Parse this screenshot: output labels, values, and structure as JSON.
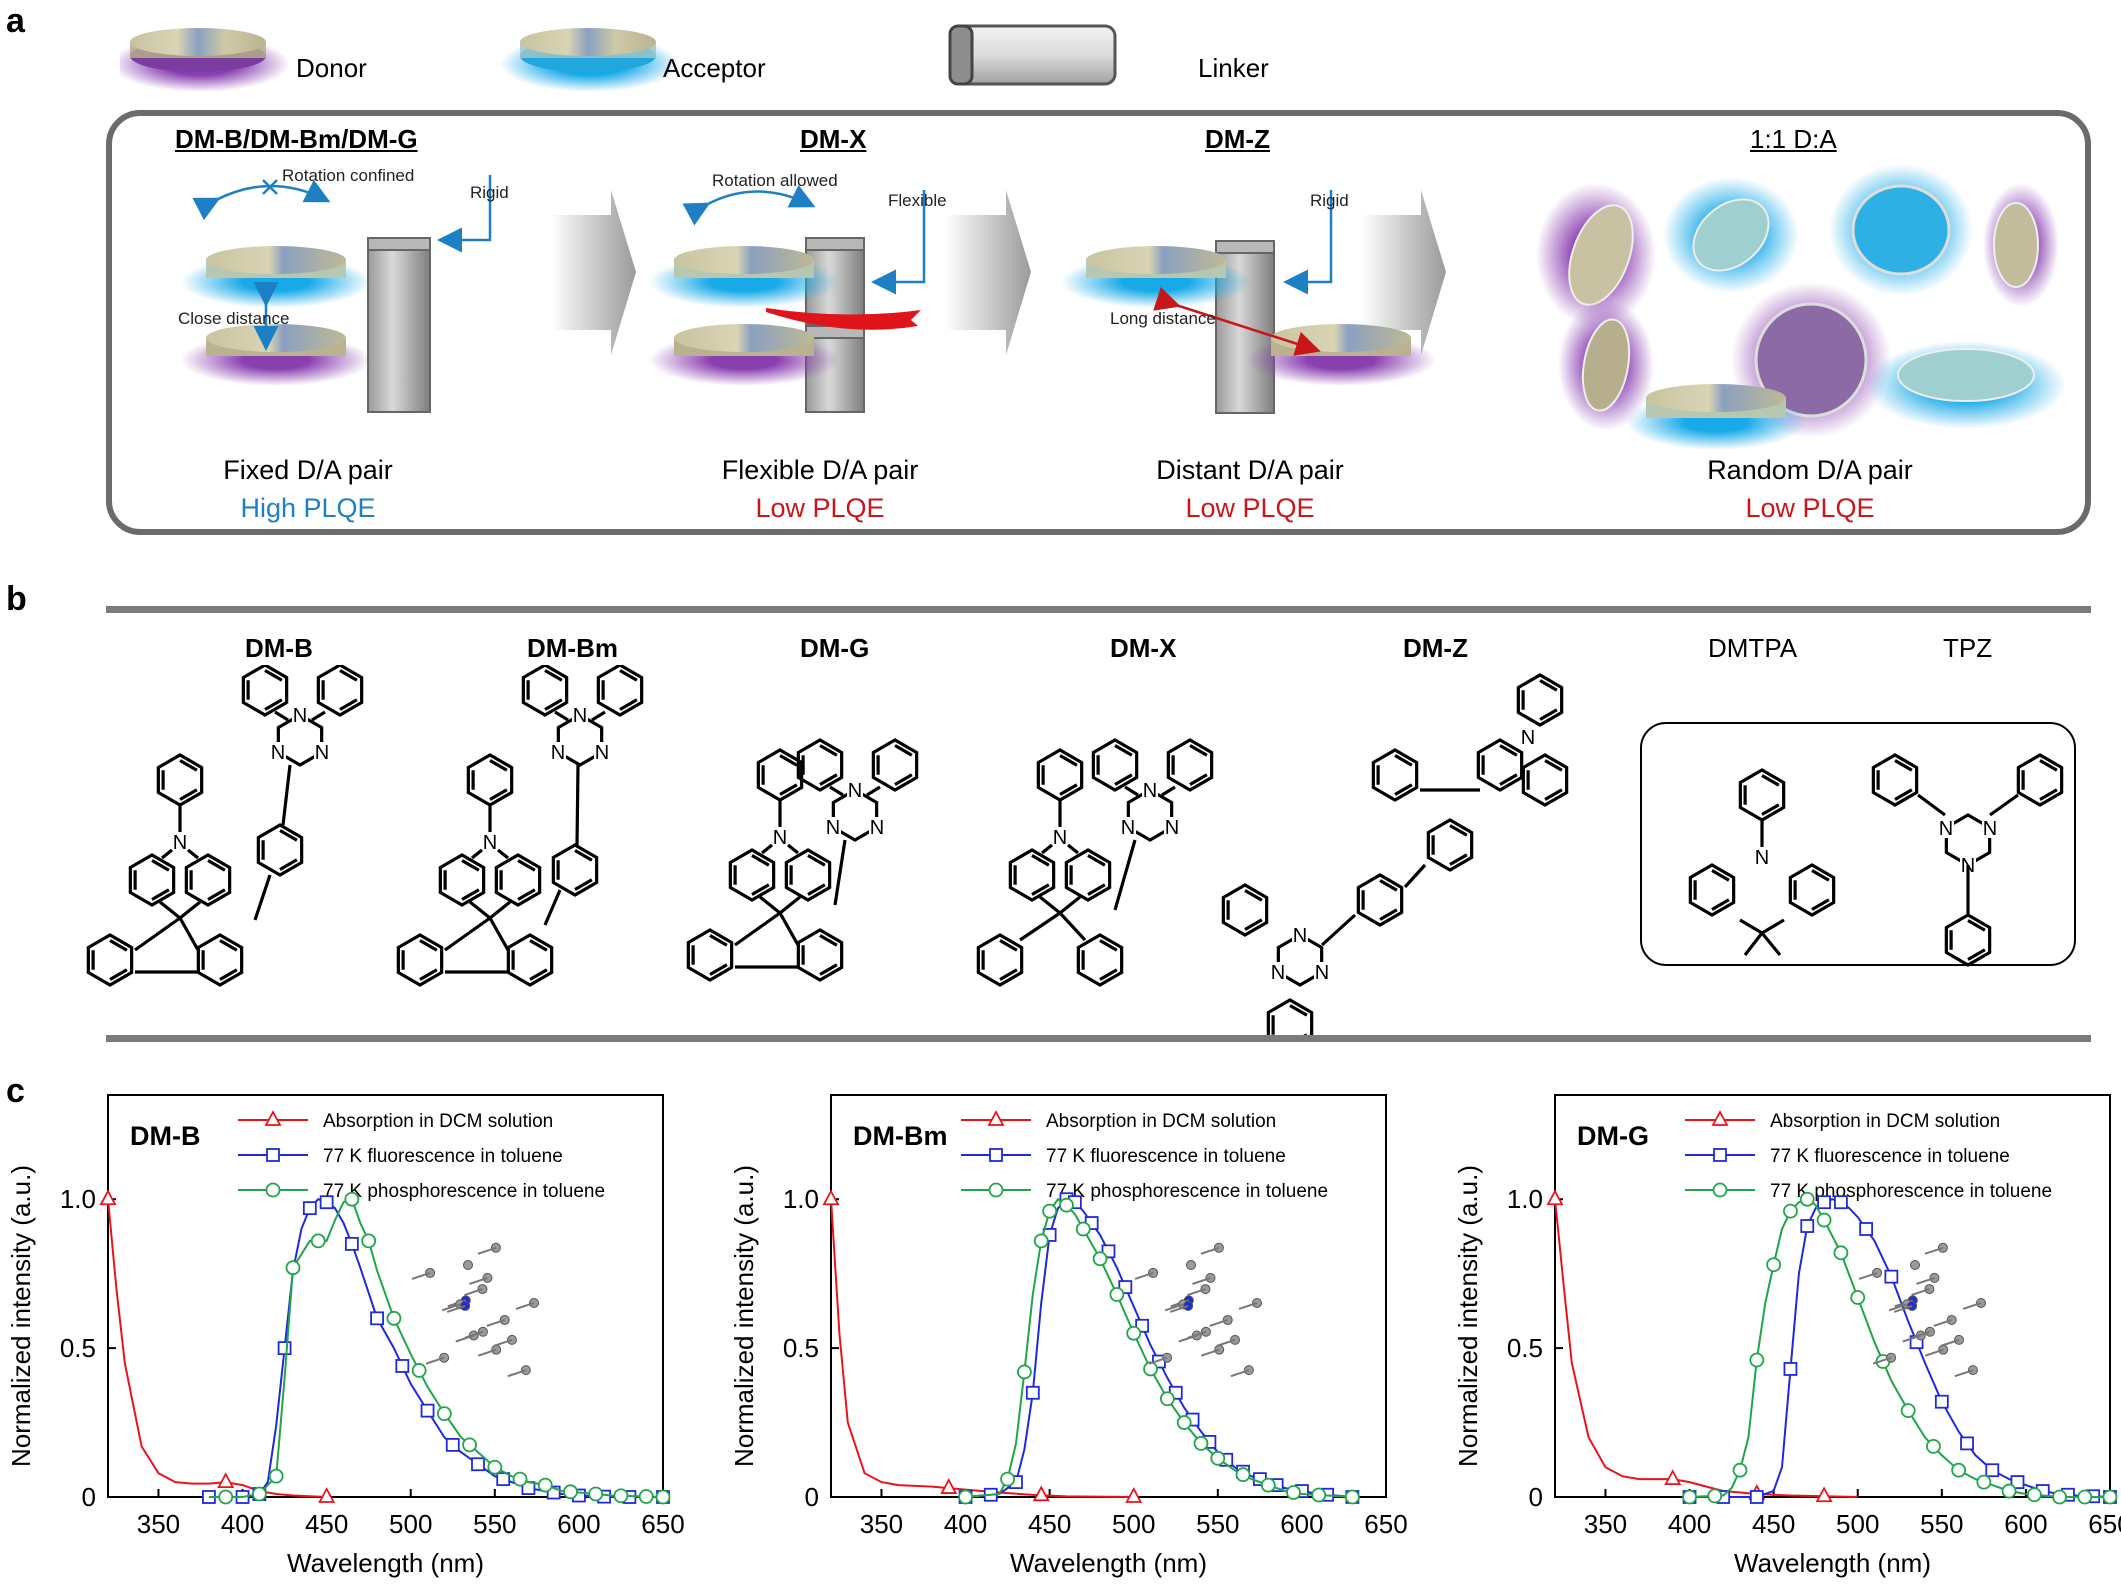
{
  "panel_a": {
    "letter": "a",
    "legend": {
      "donor": "Donor",
      "acceptor": "Acceptor",
      "linker": "Linker"
    },
    "columns": [
      {
        "title": "DM-B/DM-Bm/DM-G",
        "pair": "Fixed D/A pair",
        "plqe": "High PLQE"
      },
      {
        "title": "DM-X",
        "pair": "Flexible D/A pair",
        "plqe": "Low PLQE"
      },
      {
        "title": "DM-Z",
        "pair": "Distant D/A pair",
        "plqe": "Low PLQE"
      },
      {
        "title": "1:1 D:A",
        "pair": "Random D/A pair",
        "plqe": "Low PLQE"
      }
    ],
    "annotations": {
      "rotation_confined": "Rotation confined",
      "rigid_1": "Rigid",
      "close_distance": "Close distance",
      "rotation_allowed": "Rotation allowed",
      "flexible": "Flexible",
      "rigid_2": "Rigid",
      "long_distance": "Long distance"
    },
    "colors": {
      "donor": "#8a3fb0",
      "acceptor": "#18a9e8",
      "high": "#1d7fc4",
      "low": "#c8161d"
    }
  },
  "panel_b": {
    "letter": "b",
    "molecules": [
      "DM-B",
      "DM-Bm",
      "DM-G",
      "DM-X",
      "DM-Z"
    ],
    "controls": [
      "DMTPA",
      "TPZ"
    ]
  },
  "panel_c": {
    "letter": "c",
    "ylabel": "Normalized intensity (a.u.)",
    "xlabel": "Wavelength (nm)",
    "legend": [
      "Absorption in DCM solution",
      "77 K fluorescence in toluene",
      "77 K phosphorescence in toluene"
    ],
    "series_colors": [
      "#e8141a",
      "#1f2ad8",
      "#1fa54a"
    ]
  },
  "chart_data": [
    {
      "type": "line",
      "title": "DM-B",
      "xlabel": "Wavelength (nm)",
      "ylabel": "Normalized intensity (a.u.)",
      "xlim": [
        320,
        650
      ],
      "ylim": [
        0,
        1.35
      ],
      "xticks": [
        350,
        400,
        450,
        500,
        550,
        600,
        650
      ],
      "yticks": [
        0,
        0.5,
        1.0
      ],
      "yticklabels": [
        "0",
        "0.5",
        "1.0"
      ],
      "series": [
        {
          "name": "Absorption in DCM solution",
          "marker": "triangle",
          "x": [
            320,
            325,
            330,
            340,
            350,
            360,
            370,
            380,
            390,
            400,
            410,
            420,
            430,
            450
          ],
          "y": [
            1.0,
            0.7,
            0.45,
            0.17,
            0.08,
            0.05,
            0.045,
            0.045,
            0.05,
            0.04,
            0.02,
            0.01,
            0.005,
            0.0
          ],
          "marker_x": [
            320,
            390,
            450
          ]
        },
        {
          "name": "77 K fluorescence in toluene",
          "marker": "square",
          "x": [
            380,
            400,
            410,
            415,
            420,
            425,
            430,
            435,
            440,
            445,
            450,
            455,
            460,
            465,
            470,
            480,
            490,
            500,
            510,
            520,
            530,
            540,
            550,
            560,
            570,
            580,
            590,
            600,
            620,
            650
          ],
          "y": [
            0,
            0,
            0.01,
            0.05,
            0.24,
            0.5,
            0.76,
            0.9,
            0.97,
            1.0,
            0.99,
            0.97,
            0.92,
            0.85,
            0.77,
            0.6,
            0.5,
            0.38,
            0.29,
            0.2,
            0.15,
            0.11,
            0.07,
            0.05,
            0.03,
            0.02,
            0.01,
            0.005,
            0,
            0
          ],
          "marker_x": [
            380,
            400,
            410,
            425,
            440,
            450,
            465,
            480,
            495,
            510,
            525,
            540,
            555,
            570,
            585,
            600,
            615,
            630,
            650
          ]
        },
        {
          "name": "77 K phosphorescence in toluene",
          "marker": "circle",
          "x": [
            380,
            400,
            410,
            420,
            425,
            430,
            440,
            450,
            455,
            460,
            465,
            470,
            475,
            480,
            490,
            500,
            510,
            520,
            530,
            540,
            550,
            560,
            570,
            580,
            590,
            600,
            620,
            650
          ],
          "y": [
            0,
            0,
            0.01,
            0.07,
            0.4,
            0.77,
            0.86,
            0.86,
            0.93,
            0.99,
            1.0,
            0.92,
            0.86,
            0.76,
            0.6,
            0.48,
            0.37,
            0.28,
            0.2,
            0.15,
            0.1,
            0.07,
            0.05,
            0.04,
            0.02,
            0.015,
            0.005,
            0
          ],
          "marker_x": [
            390,
            410,
            420,
            430,
            445,
            465,
            475,
            490,
            505,
            520,
            535,
            550,
            565,
            580,
            595,
            610,
            625,
            640,
            650
          ]
        }
      ]
    },
    {
      "type": "line",
      "title": "DM-Bm",
      "xlabel": "Wavelength (nm)",
      "ylabel": "Normalized intensity (a.u.)",
      "xlim": [
        320,
        650
      ],
      "ylim": [
        0,
        1.35
      ],
      "xticks": [
        350,
        400,
        450,
        500,
        550,
        600,
        650
      ],
      "yticks": [
        0,
        0.5,
        1.0
      ],
      "yticklabels": [
        "0",
        "0.5",
        "1.0"
      ],
      "series": [
        {
          "name": "Absorption in DCM solution",
          "marker": "triangle",
          "x": [
            320,
            325,
            330,
            340,
            350,
            360,
            380,
            400,
            420,
            440,
            460,
            500
          ],
          "y": [
            1.0,
            0.55,
            0.25,
            0.08,
            0.05,
            0.04,
            0.035,
            0.025,
            0.015,
            0.007,
            0.002,
            0.0
          ],
          "marker_x": [
            320,
            390,
            445,
            500
          ]
        },
        {
          "name": "77 K fluorescence in toluene",
          "marker": "square",
          "x": [
            400,
            420,
            430,
            435,
            440,
            445,
            450,
            455,
            460,
            465,
            470,
            480,
            490,
            500,
            510,
            520,
            530,
            540,
            550,
            560,
            570,
            580,
            590,
            600,
            610,
            630
          ],
          "y": [
            0,
            0.01,
            0.05,
            0.16,
            0.35,
            0.65,
            0.88,
            0.97,
            1.0,
            0.99,
            0.96,
            0.88,
            0.77,
            0.64,
            0.51,
            0.4,
            0.3,
            0.22,
            0.15,
            0.1,
            0.07,
            0.05,
            0.03,
            0.02,
            0.01,
            0
          ],
          "marker_x": [
            400,
            415,
            430,
            440,
            450,
            460,
            465,
            475,
            485,
            495,
            505,
            515,
            525,
            535,
            545,
            555,
            565,
            575,
            585,
            600,
            615,
            630
          ]
        },
        {
          "name": "77 K phosphorescence in toluene",
          "marker": "circle",
          "x": [
            400,
            420,
            425,
            430,
            435,
            440,
            445,
            450,
            455,
            460,
            465,
            470,
            480,
            490,
            500,
            510,
            520,
            530,
            540,
            550,
            560,
            570,
            580,
            590,
            600,
            630
          ],
          "y": [
            0,
            0.01,
            0.06,
            0.18,
            0.42,
            0.68,
            0.86,
            0.96,
            1.0,
            0.98,
            0.95,
            0.9,
            0.8,
            0.68,
            0.55,
            0.43,
            0.33,
            0.25,
            0.18,
            0.13,
            0.09,
            0.06,
            0.04,
            0.02,
            0.01,
            0
          ],
          "marker_x": [
            400,
            425,
            435,
            445,
            450,
            460,
            470,
            480,
            490,
            500,
            510,
            520,
            530,
            540,
            550,
            565,
            580,
            595,
            610,
            630
          ]
        }
      ]
    },
    {
      "type": "line",
      "title": "DM-G",
      "xlabel": "Wavelength (nm)",
      "ylabel": "Normalized intensity (a.u.)",
      "xlim": [
        320,
        650
      ],
      "ylim": [
        0,
        1.35
      ],
      "xticks": [
        350,
        400,
        450,
        500,
        550,
        600,
        650
      ],
      "yticks": [
        0,
        0.5,
        1.0
      ],
      "yticklabels": [
        "0",
        "0.5",
        "1.0"
      ],
      "series": [
        {
          "name": "Absorption in DCM solution",
          "marker": "triangle",
          "x": [
            320,
            325,
            330,
            340,
            350,
            360,
            370,
            380,
            390,
            400,
            410,
            420,
            440,
            460,
            500
          ],
          "y": [
            1.0,
            0.72,
            0.45,
            0.2,
            0.1,
            0.07,
            0.06,
            0.06,
            0.06,
            0.05,
            0.035,
            0.02,
            0.01,
            0.005,
            0.0
          ],
          "marker_x": [
            320,
            390,
            440,
            480
          ]
        },
        {
          "name": "77 K fluorescence in toluene",
          "marker": "square",
          "x": [
            400,
            440,
            450,
            455,
            460,
            465,
            470,
            475,
            480,
            485,
            490,
            495,
            500,
            510,
            520,
            530,
            540,
            550,
            560,
            570,
            580,
            590,
            600,
            610,
            620,
            630,
            650
          ],
          "y": [
            0,
            0,
            0.02,
            0.1,
            0.43,
            0.75,
            0.91,
            0.97,
            0.99,
            1.0,
            0.99,
            0.97,
            0.94,
            0.86,
            0.74,
            0.59,
            0.45,
            0.32,
            0.22,
            0.14,
            0.09,
            0.06,
            0.04,
            0.02,
            0.01,
            0.005,
            0
          ],
          "marker_x": [
            400,
            420,
            440,
            460,
            470,
            480,
            490,
            505,
            520,
            535,
            550,
            565,
            580,
            595,
            610,
            625,
            640,
            650
          ]
        },
        {
          "name": "77 K phosphorescence in toluene",
          "marker": "circle",
          "x": [
            400,
            420,
            425,
            430,
            435,
            440,
            445,
            450,
            455,
            460,
            465,
            470,
            475,
            480,
            490,
            500,
            510,
            520,
            530,
            540,
            550,
            560,
            570,
            580,
            590,
            600,
            620,
            650
          ],
          "y": [
            0,
            0.005,
            0.03,
            0.09,
            0.2,
            0.46,
            0.65,
            0.78,
            0.9,
            0.96,
            0.99,
            1.0,
            0.98,
            0.93,
            0.82,
            0.67,
            0.52,
            0.39,
            0.29,
            0.2,
            0.14,
            0.09,
            0.06,
            0.04,
            0.02,
            0.01,
            0,
            0
          ],
          "marker_x": [
            400,
            415,
            430,
            440,
            450,
            460,
            470,
            480,
            490,
            500,
            515,
            530,
            545,
            560,
            575,
            590,
            605,
            620,
            635,
            650
          ]
        }
      ]
    }
  ]
}
